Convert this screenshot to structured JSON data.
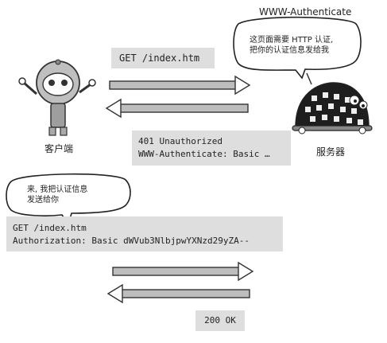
{
  "header": {
    "www_authenticate": "WWW-Authenticate"
  },
  "server_bubble": {
    "line1": "这页面需要 HTTP 认证,",
    "line2": "把你的认证信息发给我"
  },
  "client_bubble": {
    "line1": "来, 我把认证信息",
    "line2": "发送给你"
  },
  "request1": {
    "text": "GET /index.htm"
  },
  "response1": {
    "line1": "401 Unauthorized",
    "line2": "WWW-Authenticate: Basic …"
  },
  "request2": {
    "line1": "GET /index.htm",
    "line2": "Authorization: Basic dWVub3NlbjpwYXNzd29yZA--"
  },
  "response2": {
    "text": "200 OK"
  },
  "client_label": "客户端",
  "server_label": "服务器",
  "icons": [
    "client-robot-icon",
    "server-robot-icon",
    "speech-bubble-icon",
    "arrow-right-icon",
    "arrow-left-icon"
  ]
}
